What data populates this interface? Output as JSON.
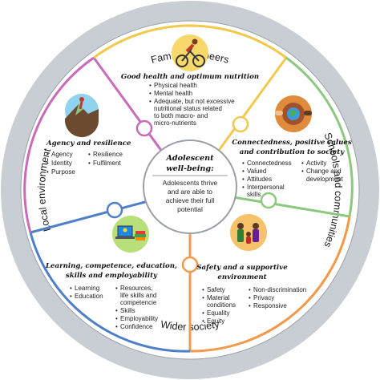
{
  "outer_ring": {
    "top": "Family and peers",
    "right": "Schools and communities",
    "bottom": "Wider society",
    "left": "Local environment"
  },
  "center": {
    "title_line1": "Adolescent",
    "title_line2": "well-being:",
    "text": [
      "Adolescents thrive",
      "and are able to",
      "achieve their full",
      "potential"
    ]
  },
  "segments": {
    "health": {
      "title": "Good health and optimum nutrition",
      "color": "#f2c94c",
      "icon": "cyclist-icon",
      "items": [
        "Physical health",
        "Mental health",
        "Adequate, but not excessive",
        "nutritional status related",
        "to both macro- and",
        "micro-nutrients"
      ]
    },
    "connectedness": {
      "title_line1": "Connectedness, positive values",
      "title_line2": "and contribution to society",
      "color": "#8cc97e",
      "icon": "hands-globe-icon",
      "items_col1": [
        "Connectedness",
        "Valued",
        "Attitudes",
        "Interpersonal",
        "skills"
      ],
      "items_col2": [
        "Activity",
        "Change and",
        "development"
      ]
    },
    "safety": {
      "title_line1": "Safety and a supportive",
      "title_line2": "environment",
      "color": "#f2994a",
      "icon": "family-icon",
      "items_col1": [
        "Safety",
        "Material",
        "conditions",
        "Equality",
        "Equity"
      ],
      "items_col2": [
        "Non-discrimination",
        "Privacy",
        "Responsive"
      ]
    },
    "learning": {
      "title_line1": "Learning, competence, education,",
      "title_line2": "skills and employability",
      "color": "#4f7fc9",
      "icon": "laptop-books-icon",
      "items_col1": [
        "Learning",
        "Education"
      ],
      "items_col2": [
        "Resources,",
        "life skills and",
        "competencie",
        "Skills",
        "Employability",
        "Confidence"
      ]
    },
    "agency": {
      "title": "Agency and resilience",
      "color": "#c96bb8",
      "icon": "climber-icon",
      "items_col1": [
        "Agency",
        "Identity",
        "Purpose"
      ],
      "items_col2": [
        "Resilience",
        "Fulfilment"
      ]
    }
  }
}
